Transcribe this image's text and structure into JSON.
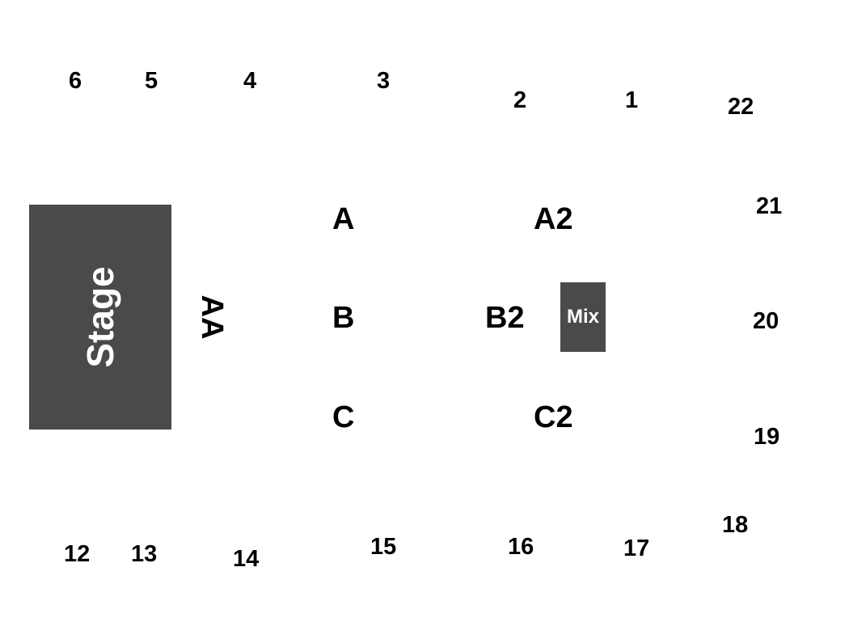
{
  "stage": {
    "label": "Stage"
  },
  "mix": {
    "label": "Mix"
  },
  "floor_sections": {
    "AA": "AA",
    "A": "A",
    "B": "B",
    "C": "C",
    "A2": "A2",
    "B2": "B2",
    "C2": "C2"
  },
  "upper_sections": {
    "s1": "1",
    "s2": "2",
    "s3": "3",
    "s4": "4",
    "s5": "5",
    "s6": "6",
    "s12": "12",
    "s13": "13",
    "s14": "14",
    "s15": "15",
    "s16": "16",
    "s17": "17",
    "s18": "18",
    "s19": "19",
    "s20": "20",
    "s21": "21",
    "s22": "22"
  },
  "colors": {
    "background": "#ffffff",
    "block_fill": "#4a4a4a",
    "text": "#000000",
    "block_text": "#ffffff"
  }
}
